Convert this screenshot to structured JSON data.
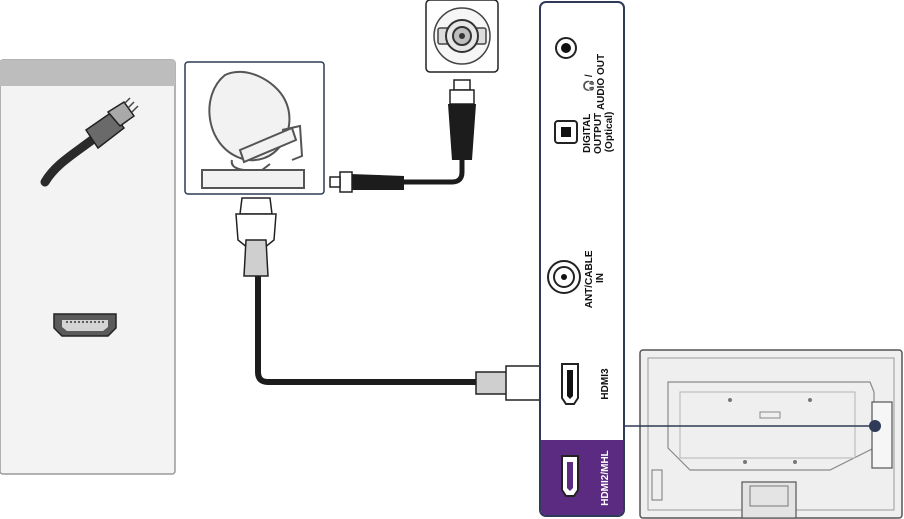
{
  "panel": {
    "ports": {
      "audio_out": {
        "line1": "🎧 /",
        "line2": "AUDIO OUT"
      },
      "digital_output": {
        "line1": "DIGITAL",
        "line2": "OUTPUT",
        "line3": "(Optical)"
      },
      "ant_cable": {
        "line1": "ANT/CABLE",
        "line2": "IN"
      },
      "hdmi3": {
        "label": "HDMI3"
      },
      "hdmi2": {
        "label": "HDMI2/MHL"
      }
    }
  },
  "colors": {
    "panel_border": "#2e3a57",
    "highlight": "#5b2b82",
    "cable": "#1c1c1c",
    "sidebar_bg": "#f1f1f1",
    "sidebar_header": "#bdbdbd",
    "tv_body": "#efefef"
  }
}
